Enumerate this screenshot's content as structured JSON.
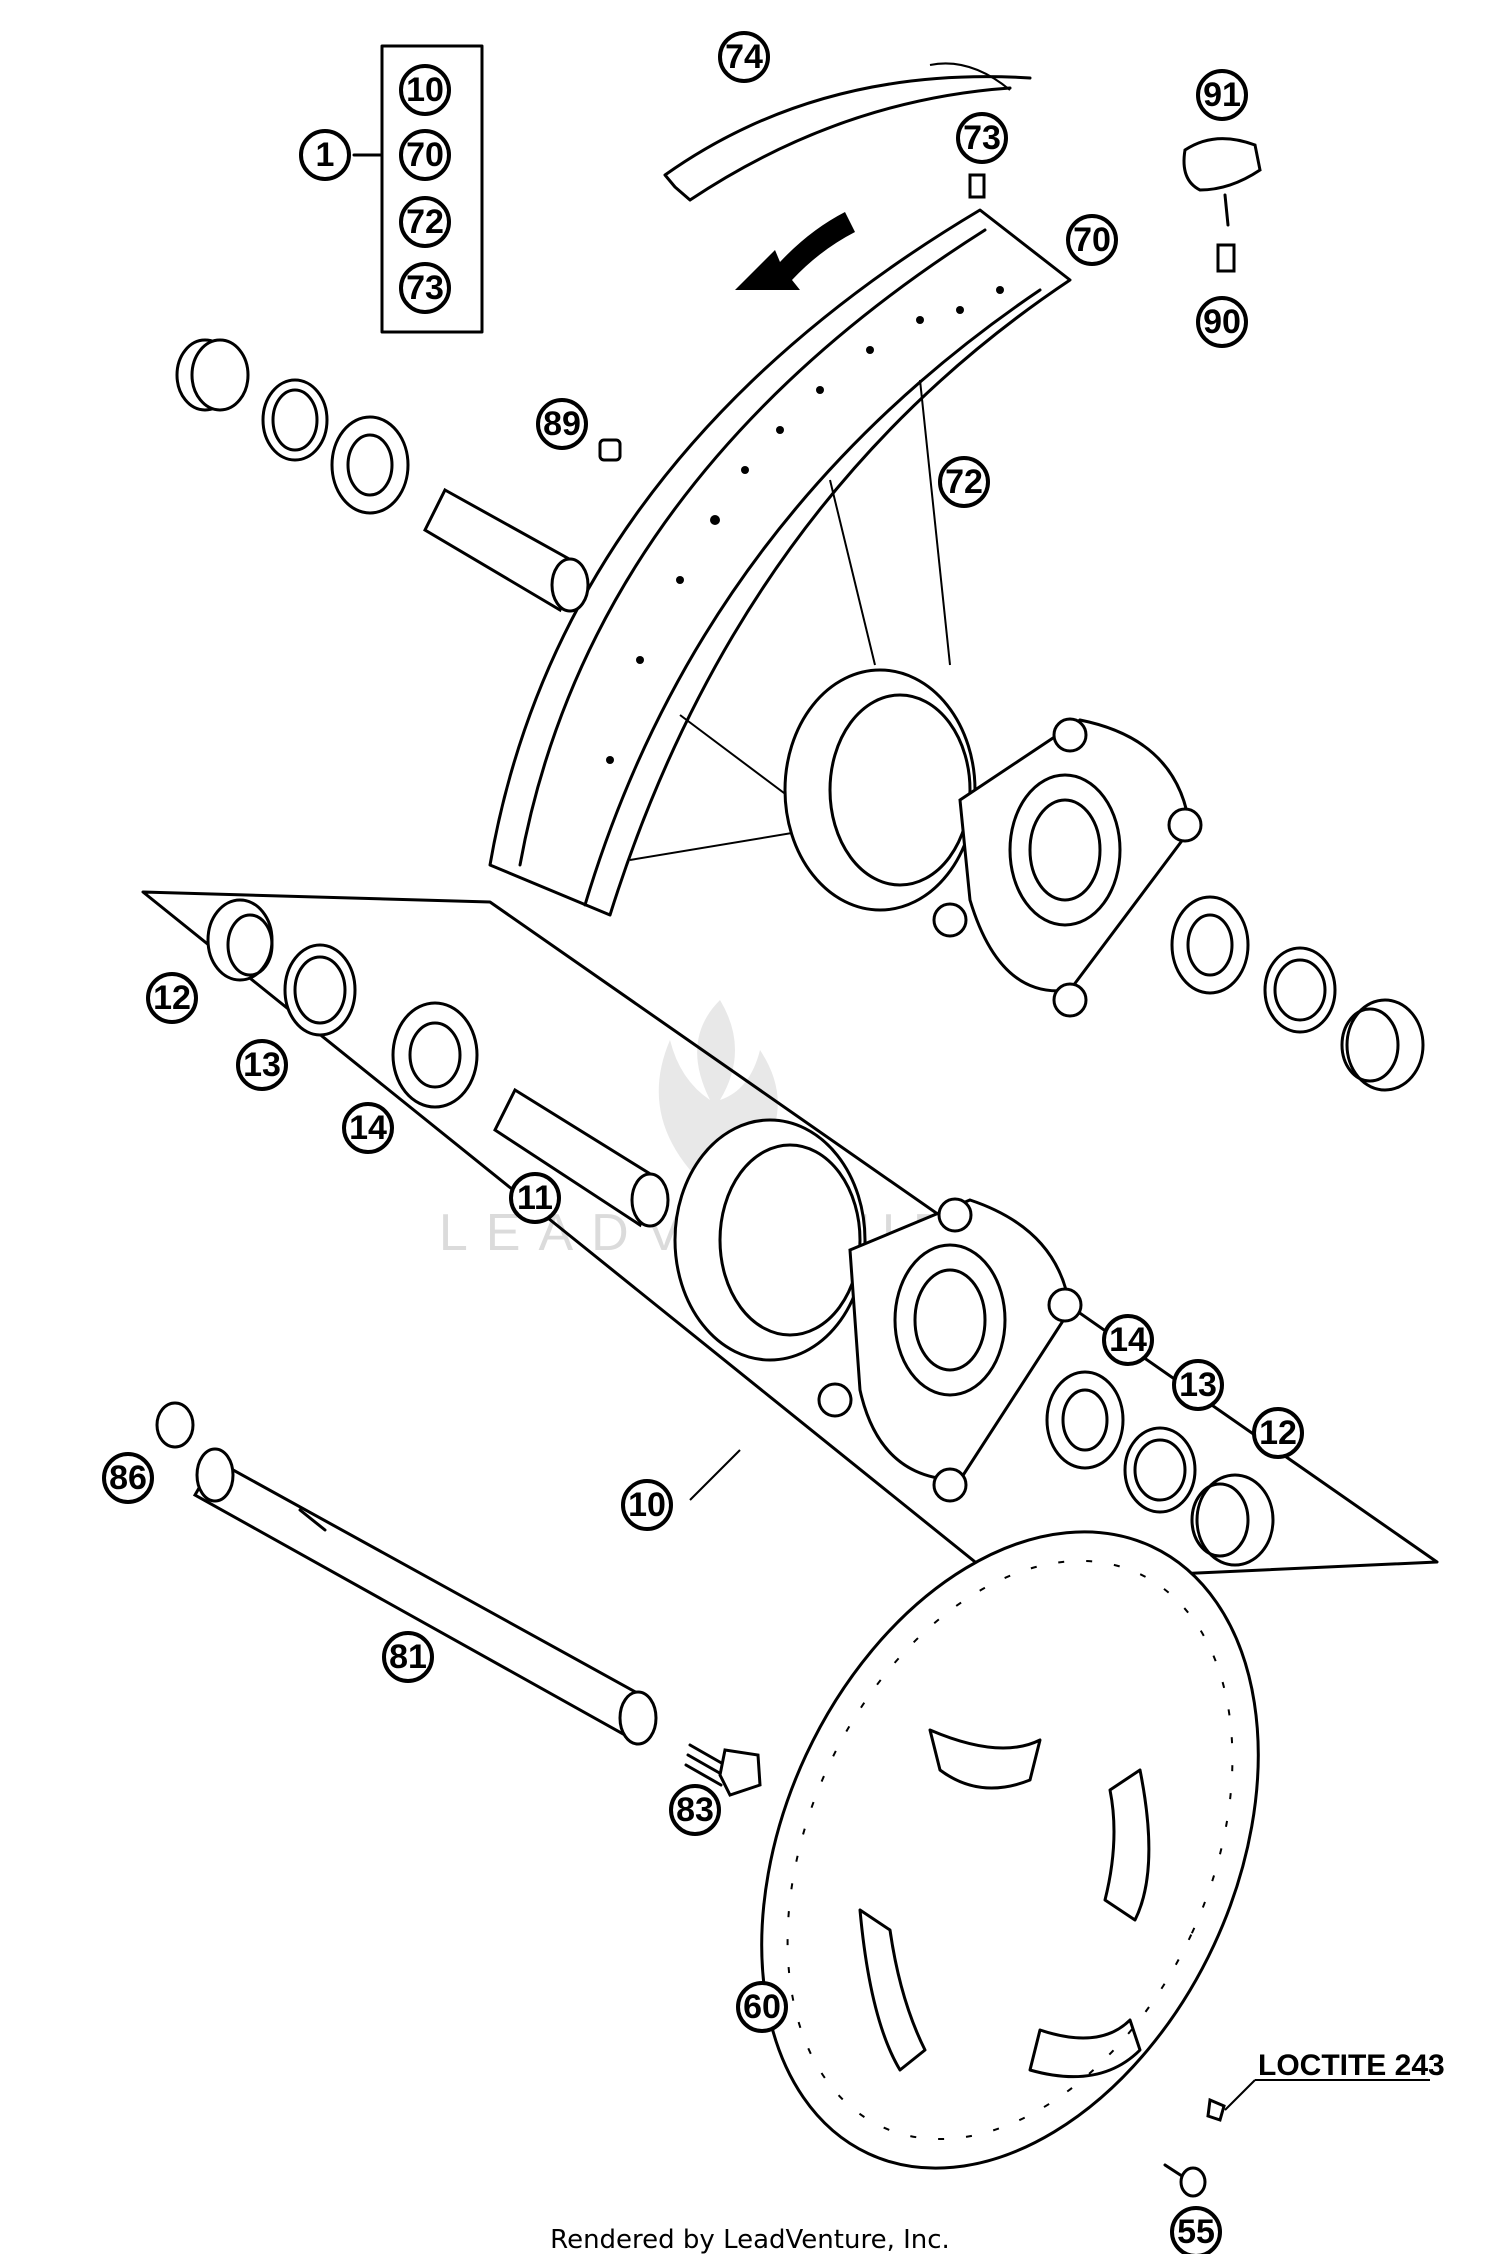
{
  "callouts": {
    "c1": "1",
    "c10_kit": "10",
    "c70_kit": "70",
    "c72_kit": "72",
    "c73_kit": "73",
    "c74": "74",
    "c73": "73",
    "c70": "70",
    "c91": "91",
    "c90": "90",
    "c89": "89",
    "c72": "72",
    "c12_left": "12",
    "c13_left": "13",
    "c14_left": "14",
    "c11": "11",
    "c14_right": "14",
    "c13_right": "13",
    "c12_right": "12",
    "c10": "10",
    "c86": "86",
    "c81": "81",
    "c83": "83",
    "c60": "60",
    "c55": "55"
  },
  "note": "LOCTITE 243",
  "watermark": "LEADVENTURE",
  "footer": "Rendered by LeadVenture, Inc."
}
